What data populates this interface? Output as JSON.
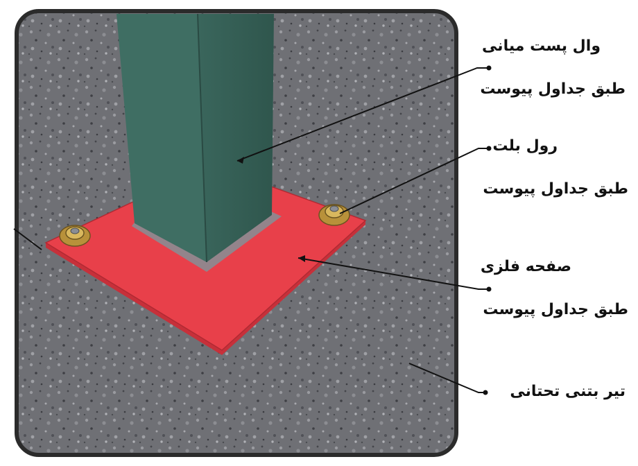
{
  "labels": {
    "post": {
      "line1": "وال پست میانی",
      "line2": "طبق جداول پیوست"
    },
    "bolt": {
      "line1": "رول بلت",
      "line2": "طبق جداول پیوست"
    },
    "plate": {
      "line1": "صفحه فلزی",
      "line2": "طبق جداول پیوست"
    },
    "beam": {
      "line1": "تیر بتنی تحتانی"
    }
  },
  "colors": {
    "concrete": "#6f7075",
    "frame": "#2b2b2b",
    "post": "#3d6b60",
    "post_shadow": "#2f5750",
    "plate": "#e8404a",
    "plate_edge": "#c7303a",
    "bolt": "#c9a54a",
    "leader": "#111111"
  }
}
